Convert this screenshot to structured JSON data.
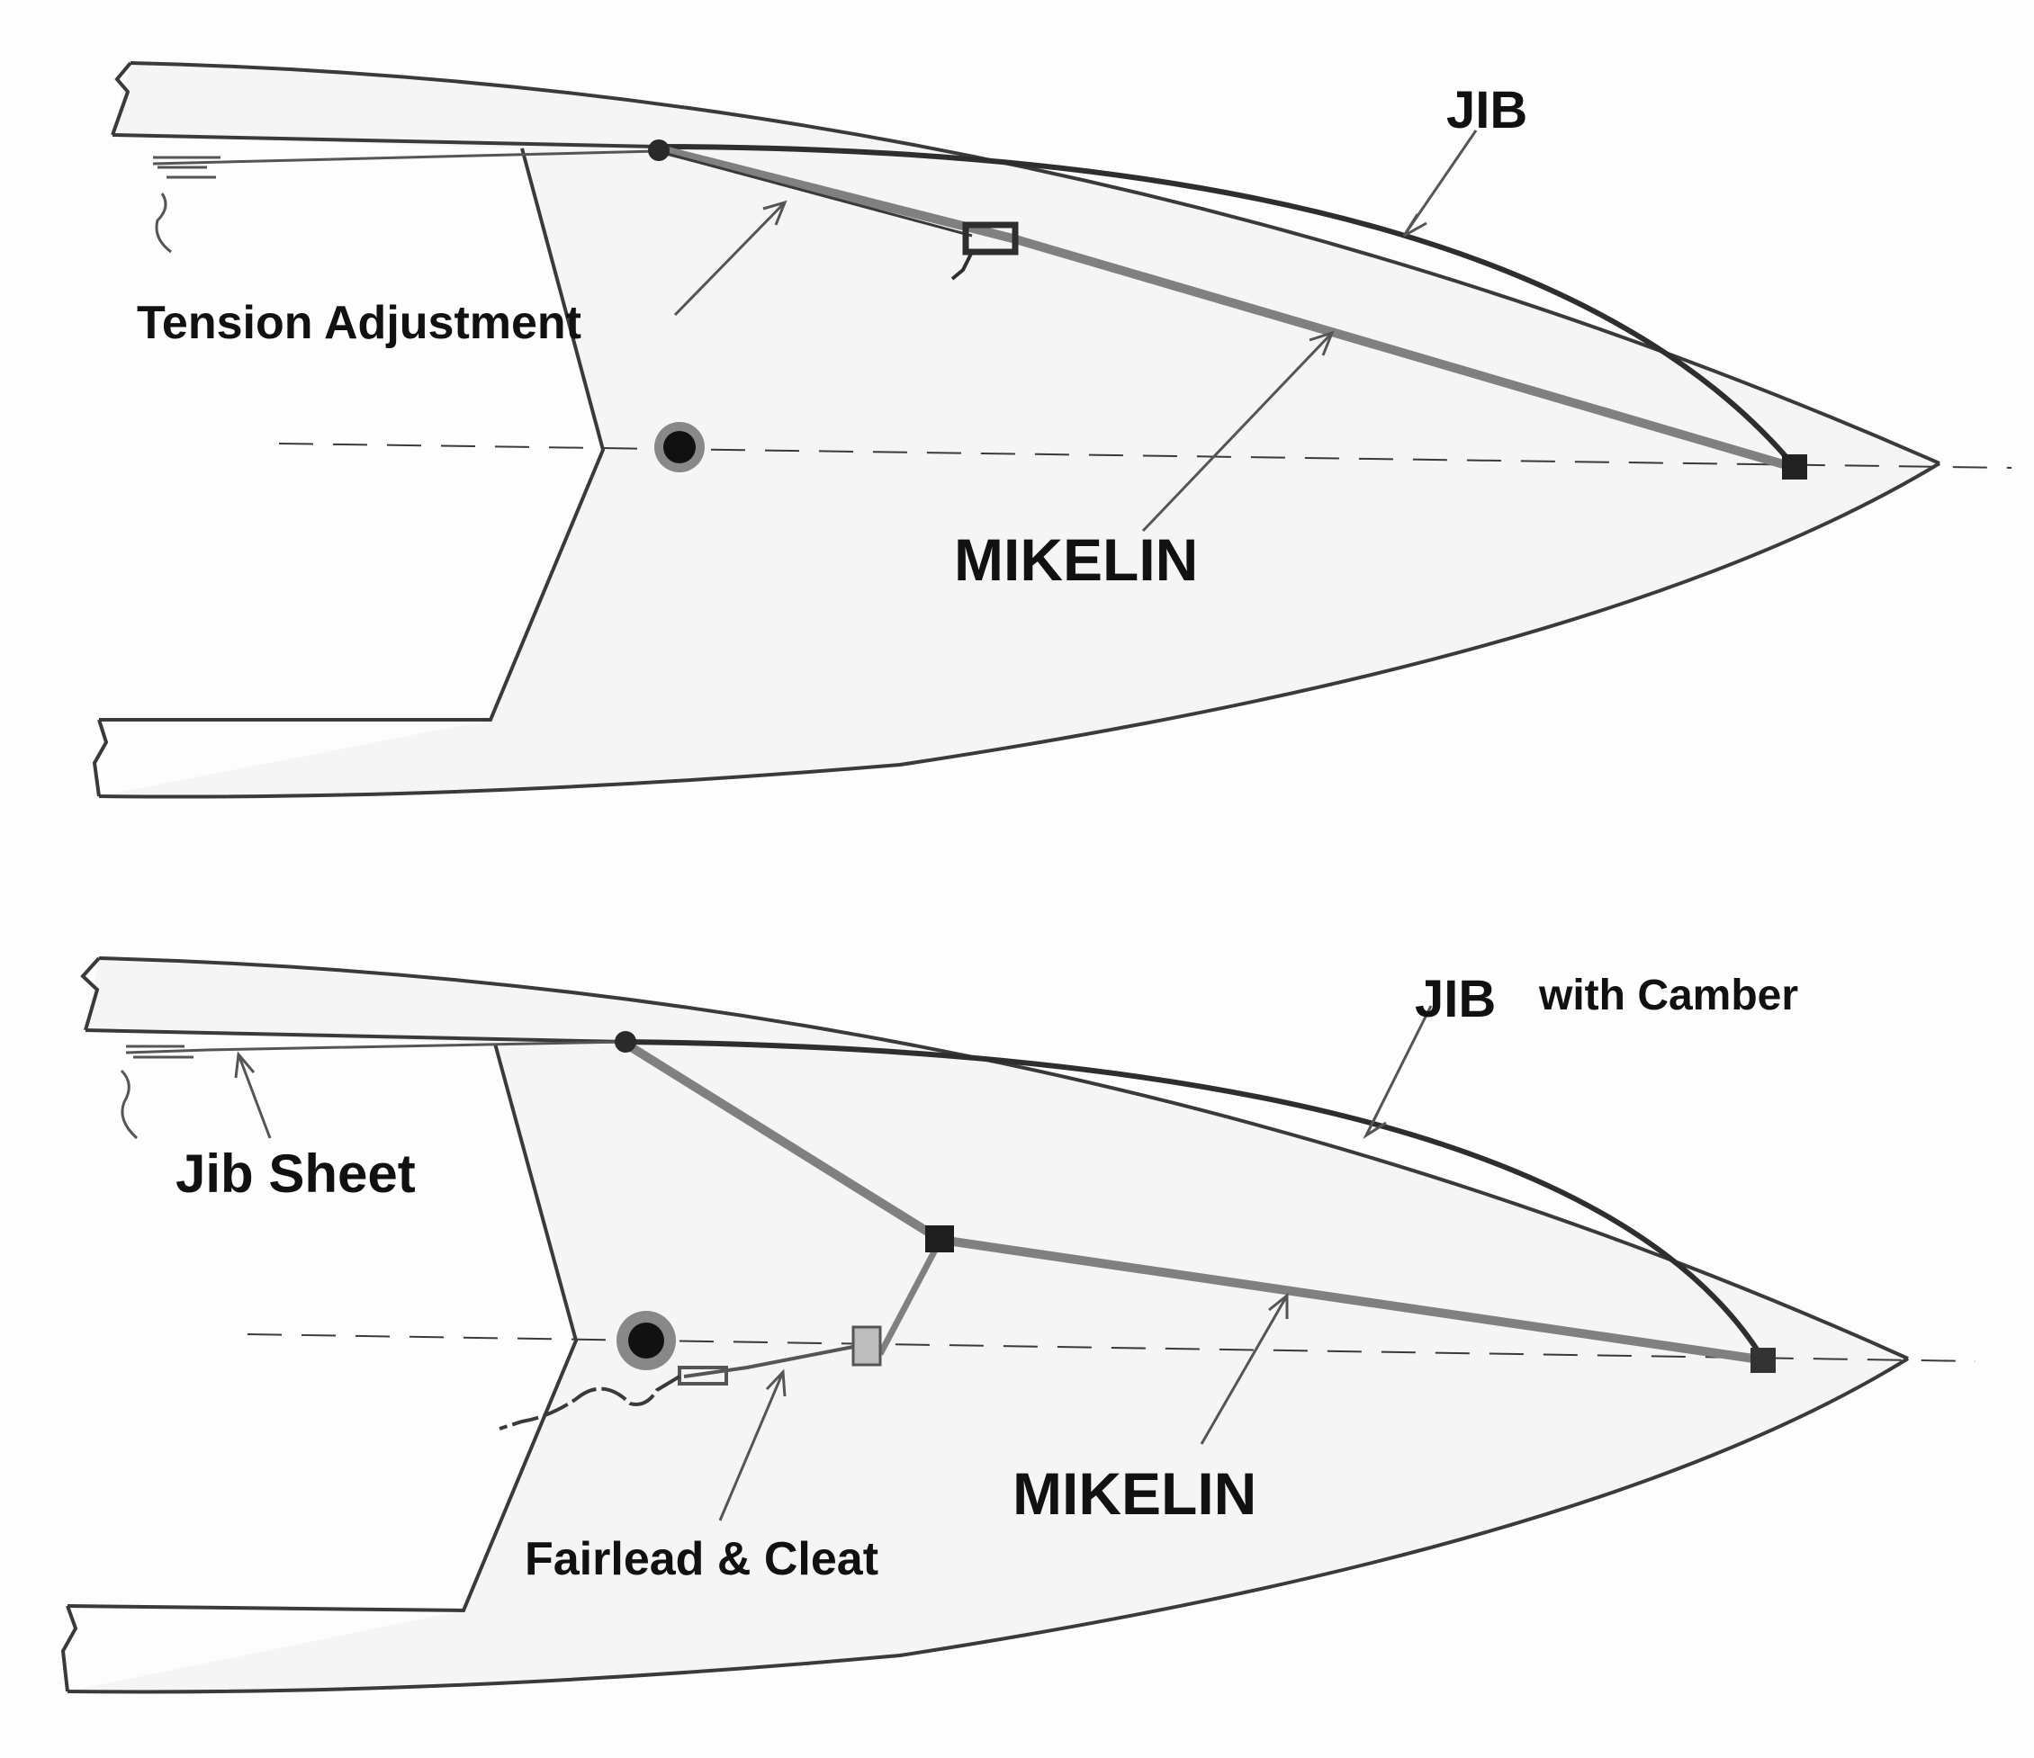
{
  "colors": {
    "paper": "#fdfdfd",
    "hull_fill": "#f5f5f5",
    "outline": "#3a3a3a",
    "mikelin_line": "#808080",
    "leader": "#555555",
    "text": "#111111"
  },
  "top_diagram": {
    "jib_label": "JIB",
    "tension_label": "Tension Adjustment",
    "mikelin_label": "MIKELIN"
  },
  "bottom_diagram": {
    "jib_label": "JIB",
    "jib_suffix": "with Camber",
    "jib_sheet_label": "Jib Sheet",
    "fairlead_label": "Fairlead & Cleat",
    "mikelin_label": "MIKELIN"
  }
}
